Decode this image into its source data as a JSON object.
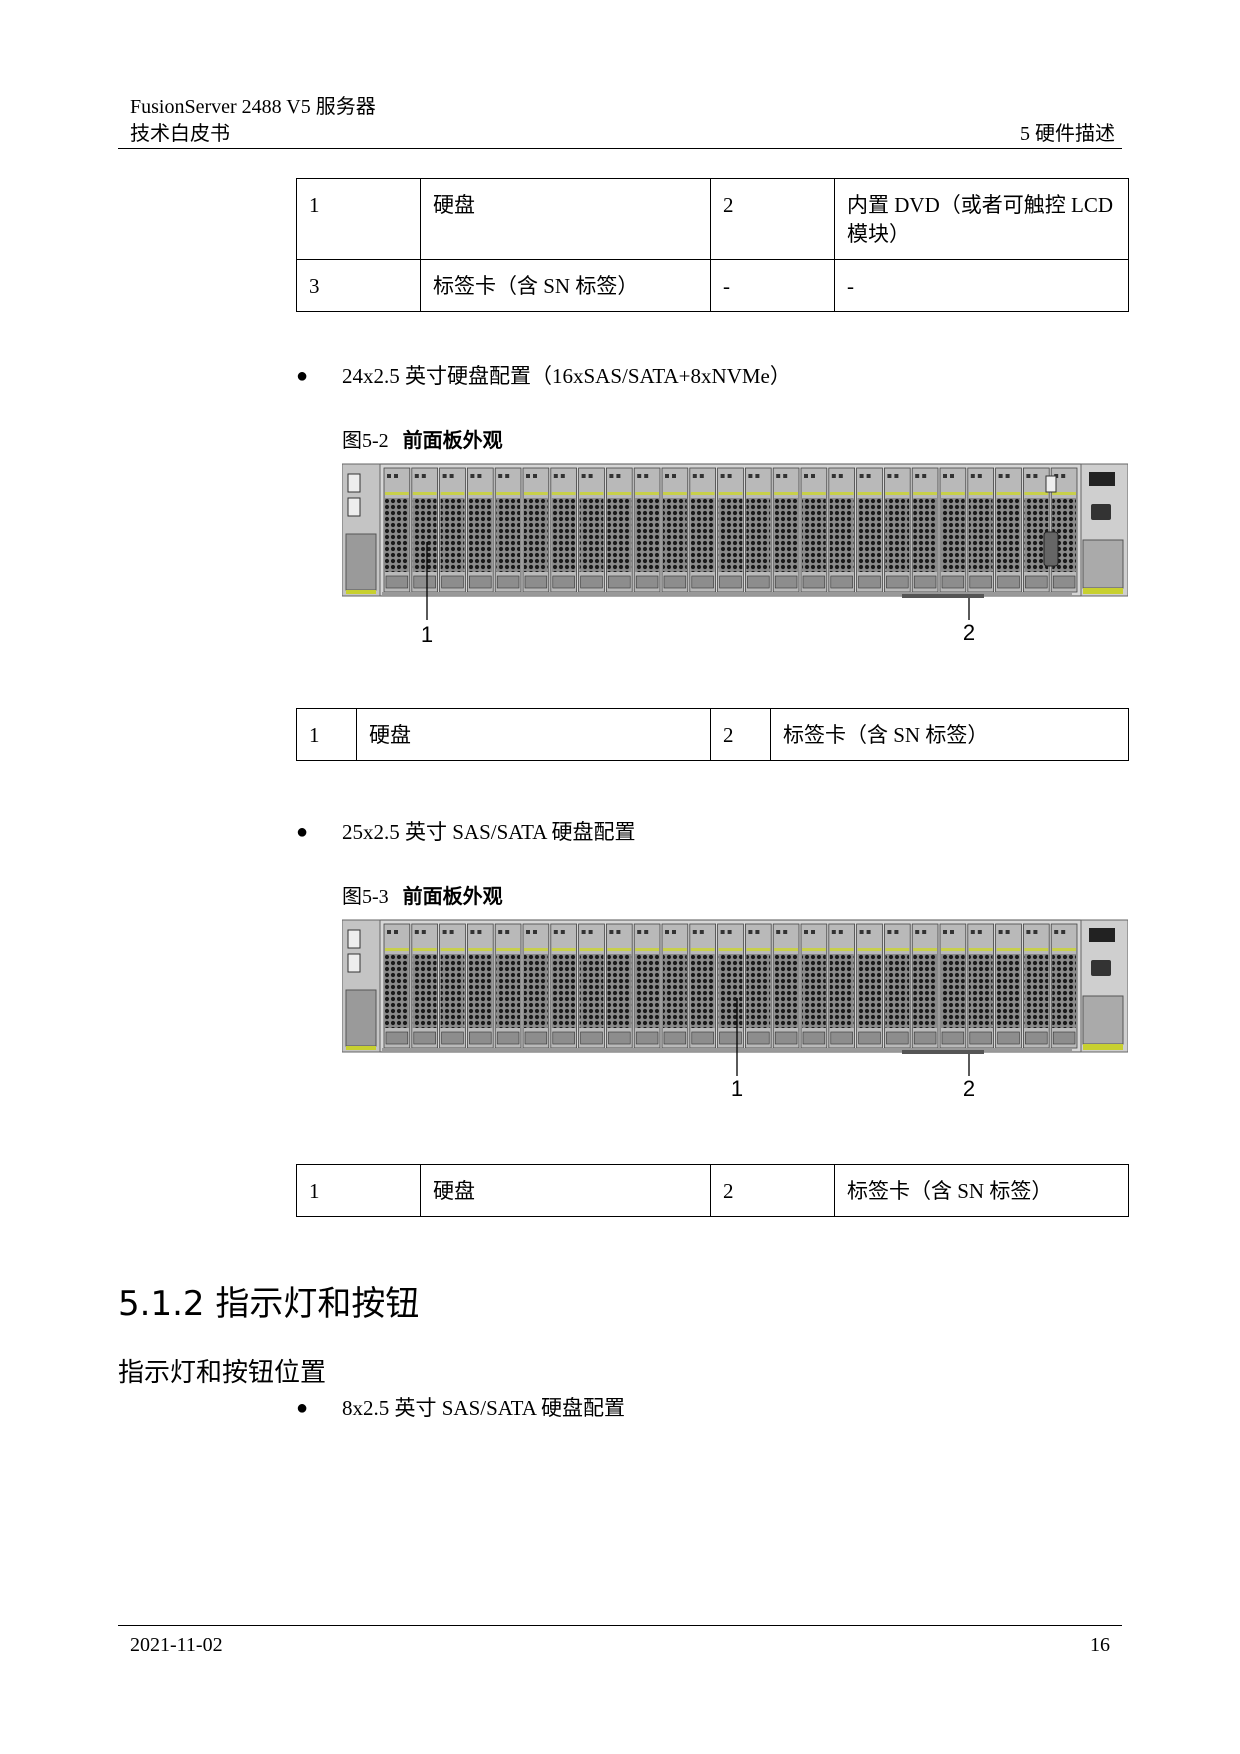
{
  "header": {
    "doc_title": "FusionServer 2488 V5  服务器",
    "doc_subtitle": "技术白皮书",
    "chapter": "5  硬件描述"
  },
  "table1": {
    "rows": [
      [
        "1",
        "硬盘",
        "2",
        "内置 DVD（或者可触控 LCD 模块）"
      ],
      [
        "3",
        "标签卡（含 SN 标签）",
        "-",
        "-"
      ]
    ]
  },
  "bullet1": "24x2.5 英寸硬盘配置（16xSAS/SATA+8xNVMe）",
  "figure2": {
    "number": "图5-2",
    "title": "前面板外观",
    "callouts": [
      "1",
      "2"
    ]
  },
  "table2": {
    "rows": [
      [
        "1",
        "硬盘",
        "2",
        "标签卡（含 SN 标签）"
      ]
    ]
  },
  "bullet2": "25x2.5 英寸 SAS/SATA 硬盘配置",
  "figure3": {
    "number": "图5-3",
    "title": "前面板外观",
    "callouts": [
      "1",
      "2"
    ]
  },
  "table3": {
    "rows": [
      [
        "1",
        "硬盘",
        "2",
        "标签卡（含 SN 标签）"
      ]
    ]
  },
  "section": {
    "heading": "5.1.2 指示灯和按钮",
    "subheading": "指示灯和按钮位置",
    "bullet": "8x2.5 英寸 SAS/SATA 硬盘配置"
  },
  "footer": {
    "date": "2021-11-02",
    "page": "16"
  },
  "colors": {
    "bay_accent": "#c8d04a",
    "ear_accent": "#c8d030"
  }
}
